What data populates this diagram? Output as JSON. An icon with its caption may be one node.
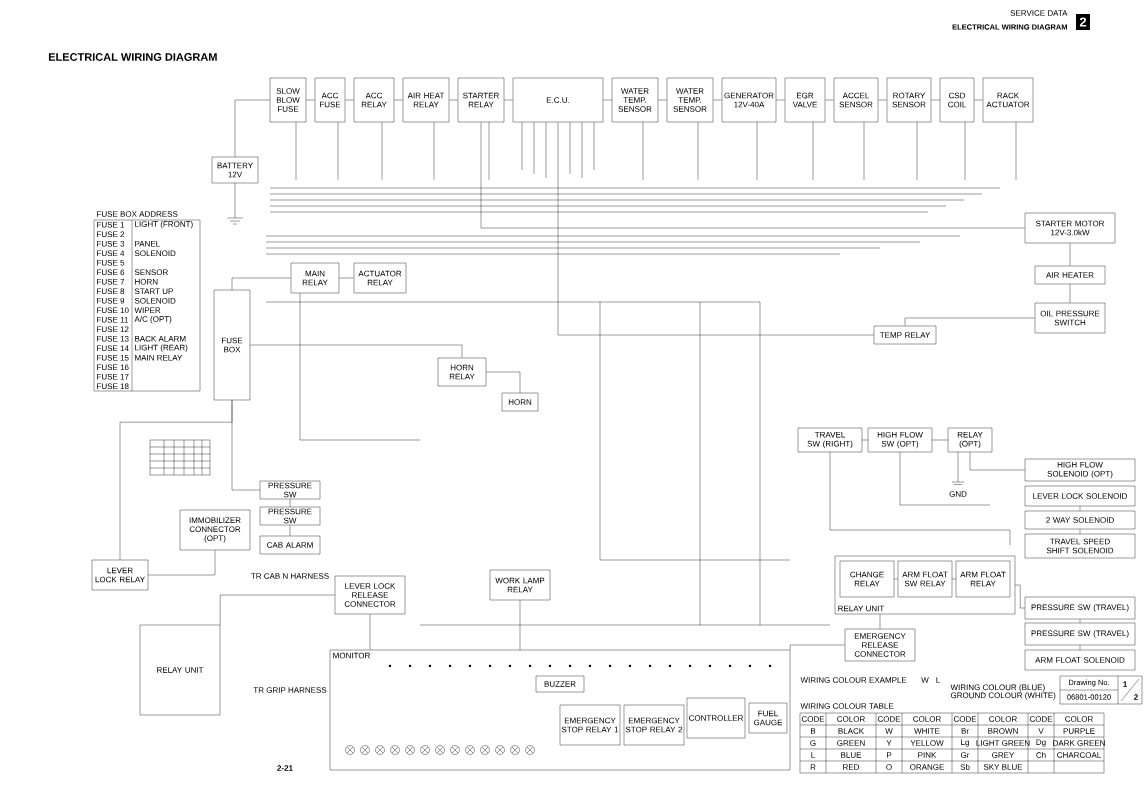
{
  "diagram": {
    "title": "ELECTRICAL WIRING DIAGRAM",
    "nodes": [
      {
        "text": [
          "SLOW BLOW FUSE"
        ]
      },
      {
        "text": [
          "ACC FUSE"
        ]
      },
      {
        "text": [
          "ACC RELAY"
        ]
      },
      {
        "text": [
          "AIR HEAT RELAY"
        ]
      },
      {
        "text": [
          "STARTER RELAY"
        ]
      },
      {
        "text": [
          "E.C.U."
        ]
      },
      {
        "text": [
          "WATER TEMP. SENSOR"
        ]
      },
      {
        "text": [
          "WATER TEMP. SENSOR"
        ]
      },
      {
        "text": [
          "GENERATOR 12V-40A"
        ]
      },
      {
        "text": [
          "EGR VALVE"
        ]
      },
      {
        "text": [
          "ACCEL SENSOR"
        ]
      },
      {
        "text": [
          "ROTARY SENSOR"
        ]
      },
      {
        "text": [
          "CSD COIL"
        ]
      },
      {
        "text": [
          "RACK ACTUATOR"
        ]
      },
      {
        "text": [
          "BATTERY 12V"
        ]
      },
      {
        "text": [
          "MAIN RELAY"
        ]
      },
      {
        "text": [
          "ACTUATOR RELAY"
        ]
      },
      {
        "text": [
          "FUSE BOX"
        ]
      },
      {
        "text": [
          "STARTER MOTOR 12V-3.0kW"
        ]
      },
      {
        "text": [
          "AIR HEATER"
        ]
      },
      {
        "text": [
          "OIL PRESSURE SWITCH"
        ]
      },
      {
        "text": [
          "TEMP RELAY"
        ]
      },
      {
        "text": [
          "HORN RELAY"
        ]
      },
      {
        "text": [
          "HORN"
        ]
      },
      {
        "text": [
          "IMMOBILIZER CONNECTOR (OPT)"
        ]
      },
      {
        "text": [
          "LEVER LOCK RELAY"
        ]
      },
      {
        "text": [
          "PRESSURE SW"
        ]
      },
      {
        "text": [
          "PRESSURE SW"
        ]
      },
      {
        "text": [
          "CAB ALARM"
        ]
      },
      {
        "text": [
          "RELAY UNIT"
        ]
      },
      {
        "text": [
          "LEVER LOCK RELEASE CONNECTOR"
        ]
      },
      {
        "text": [
          "WORK LAMP RELAY"
        ]
      },
      {
        "text": [
          "MONITOR"
        ]
      },
      {
        "text": [
          "BUZZER"
        ],
        "in": 32
      },
      {
        "text": [
          "EMERGENCY STOP RELAY 1"
        ],
        "in": 32
      },
      {
        "text": [
          "EMERGENCY STOP RELAY 2"
        ],
        "in": 32
      },
      {
        "text": [
          "CONTROLLER"
        ],
        "in": 32
      },
      {
        "text": [
          "FUEL GAUGE"
        ],
        "in": 32
      },
      {
        "text": [
          "EMERGENCY RELEASE CONNECTOR"
        ]
      },
      {
        "text": [
          "RELAY UNIT"
        ]
      },
      {
        "text": [
          "CHANGE RELAY"
        ],
        "in": 39
      },
      {
        "text": [
          "ARM FLOAT SW RELAY"
        ],
        "in": 39
      },
      {
        "text": [
          "ARM FLOAT RELAY"
        ],
        "in": 39
      },
      {
        "text": [
          "HIGH FLOW SOLENOID (OPT)"
        ]
      },
      {
        "text": [
          "LEVER LOCK SOLENOID"
        ]
      },
      {
        "text": [
          "2 WAY SOLENOID"
        ]
      },
      {
        "text": [
          "TRAVEL SPEED SHIFT SOLENOID"
        ]
      },
      {
        "text": [
          "PRESSURE SW (TRAVEL)"
        ]
      },
      {
        "text": [
          "PRESSURE SW (TRAVEL)"
        ]
      },
      {
        "text": [
          "ARM FLOAT SOLENOID"
        ]
      },
      {
        "text": [
          "TRAVEL SW (RIGHT)"
        ]
      },
      {
        "text": [
          "HIGH FLOW SW (OPT)"
        ]
      },
      {
        "text": [
          "RELAY (OPT)"
        ]
      }
    ],
    "edges": [
      {
        "from": 14,
        "to": 0,
        "arrow": "none"
      },
      {
        "from": 0,
        "to": 1,
        "arrow": "none"
      },
      {
        "from": 1,
        "to": 2,
        "arrow": "none"
      },
      {
        "from": 2,
        "to": 3,
        "arrow": "none"
      },
      {
        "from": 3,
        "to": 4,
        "arrow": "none"
      },
      {
        "from": 4,
        "to": 5,
        "arrow": "none"
      },
      {
        "from": 5,
        "to": 6,
        "arrow": "none"
      },
      {
        "from": 6,
        "to": 7,
        "arrow": "none"
      },
      {
        "from": 7,
        "to": 8,
        "arrow": "none"
      },
      {
        "from": 8,
        "to": 9,
        "arrow": "none"
      },
      {
        "from": 9,
        "to": 10,
        "arrow": "none"
      },
      {
        "from": 10,
        "to": 11,
        "arrow": "none"
      },
      {
        "from": 11,
        "to": 12,
        "arrow": "none"
      },
      {
        "from": 12,
        "to": 13,
        "arrow": "none"
      },
      {
        "from": 17,
        "to": 15,
        "arrow": "none"
      },
      {
        "from": 15,
        "to": 16,
        "arrow": "none"
      },
      {
        "from": 4,
        "to": 18,
        "arrow": "none"
      },
      {
        "from": 18,
        "to": 19,
        "arrow": "none"
      },
      {
        "from": 19,
        "to": 20,
        "arrow": "none"
      },
      {
        "from": 20,
        "to": 21,
        "arrow": "none"
      },
      {
        "from": 5,
        "to": 21,
        "arrow": "none"
      },
      {
        "from": 17,
        "to": 22,
        "arrow": "none"
      },
      {
        "from": 22,
        "to": 23,
        "arrow": "none"
      },
      {
        "from": 17,
        "to": 25,
        "arrow": "none"
      },
      {
        "from": 25,
        "to": 24,
        "arrow": "none"
      },
      {
        "from": 17,
        "to": 26,
        "arrow": "none"
      },
      {
        "from": 26,
        "to": 27,
        "arrow": "none"
      },
      {
        "from": 27,
        "to": 28,
        "arrow": "none"
      },
      {
        "from": 29,
        "to": 30,
        "arrow": "none"
      },
      {
        "from": 30,
        "to": 32,
        "arrow": "none"
      },
      {
        "from": 31,
        "to": 32,
        "arrow": "none"
      },
      {
        "from": 32,
        "to": 38,
        "arrow": "none"
      },
      {
        "from": 38,
        "to": 39,
        "arrow": "none"
      },
      {
        "from": 39,
        "to": 47,
        "arrow": "none"
      },
      {
        "from": 47,
        "to": 48,
        "arrow": "none"
      },
      {
        "from": 48,
        "to": 49,
        "arrow": "none"
      },
      {
        "from": 50,
        "to": 51,
        "arrow": "none"
      },
      {
        "from": 51,
        "to": 52,
        "arrow": "none"
      },
      {
        "from": 52,
        "to": 43,
        "arrow": "none"
      },
      {
        "from": 44,
        "to": 45,
        "arrow": "none"
      },
      {
        "from": 45,
        "to": 46,
        "arrow": "none"
      },
      {
        "from": 40,
        "to": 41,
        "arrow": "none"
      },
      {
        "from": 41,
        "to": 42,
        "arrow": "none"
      }
    ],
    "labels": [
      "SERVICE DATA",
      "2",
      "ELECTRICAL WIRING DIAGRAM",
      "FUSE BOX ADDRESS",
      "FUSE 1",
      "LIGHT (FRONT)",
      "FUSE 2",
      "FUSE 3",
      "PANEL",
      "FUSE 4",
      "SOLENOID",
      "FUSE 5",
      "FUSE 6",
      "SENSOR",
      "FUSE 7",
      "HORN",
      "FUSE 8",
      "START UP",
      "FUSE 9",
      "SOLENOID",
      "FUSE 10",
      "WIPER",
      "FUSE 11",
      "A/C (OPT)",
      "FUSE 12",
      "FUSE 13",
      "BACK ALARM",
      "FUSE 14",
      "LIGHT (REAR)",
      "FUSE 15",
      "MAIN RELAY",
      "FUSE 16",
      "FUSE 17",
      "FUSE 18",
      "WIRING COLOUR EXAMPLE",
      "W",
      "L",
      "WIRING COLOUR (BLUE)",
      "GROUND COLOUR (WHITE)",
      "WIRING COLOUR TABLE",
      "CODE",
      "COLOR",
      "CODE",
      "COLOR",
      "CODE",
      "COLOR",
      "CODE",
      "COLOR",
      "B",
      "BLACK",
      "W",
      "WHITE",
      "Br",
      "BROWN",
      "V",
      "PURPLE",
      "G",
      "GREEN",
      "Y",
      "YELLOW",
      "Lg",
      "LIGHT GREEN",
      "Dg",
      "DARK GREEN",
      "L",
      "BLUE",
      "P",
      "PINK",
      "Gr",
      "GREY",
      "Ch",
      "CHARCOAL",
      "R",
      "RED",
      "O",
      "ORANGE",
      "Sb",
      "SKY BLUE",
      "Drawing No.",
      "06801-00120",
      "1",
      "2",
      "2-21",
      "GND",
      "TR CAB N HARNESS",
      "TR GRIP HARNESS"
    ]
  }
}
